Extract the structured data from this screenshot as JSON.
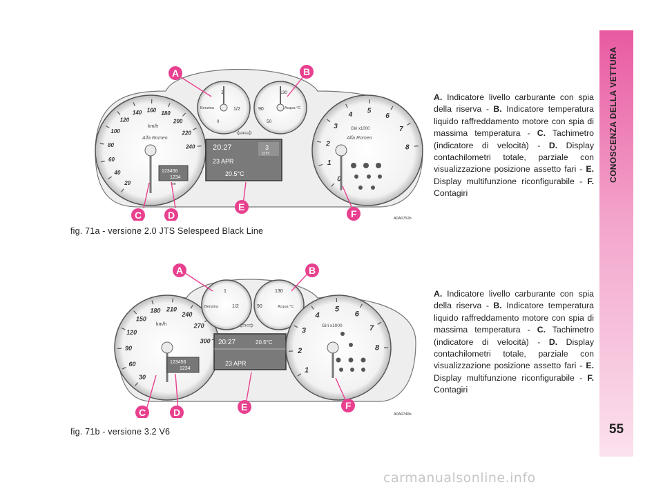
{
  "sidebar": {
    "section_title": "CONOSCENZA DELLA VETTURA",
    "page_number": "55"
  },
  "figure_a": {
    "code": "A0A0752b",
    "caption": "fig. 71a - versione 2.0 JTS Selespeed Black Line",
    "callouts": [
      "A",
      "B",
      "C",
      "D",
      "E",
      "F"
    ],
    "speedo_ticks": [
      "20",
      "40",
      "60",
      "80",
      "100",
      "120",
      "140",
      "160",
      "180",
      "200",
      "220",
      "240"
    ],
    "speedo_unit": "km/h",
    "brand": "Alfa Romeo",
    "fuel_label": "Benzina",
    "fuel_ticks": [
      "1",
      "1/2",
      "0"
    ],
    "temp_label": "Acqua °C",
    "temp_ticks": [
      "130",
      "90",
      "50"
    ],
    "tacho_ticks": [
      "0",
      "1",
      "2",
      "3",
      "4",
      "5",
      "6",
      "7",
      "8"
    ],
    "tacho_unit": "Giri x1000",
    "display": {
      "time": "20:27",
      "gear": "3",
      "mode": "CITY",
      "date": "23 APR",
      "temp": "20.5°C"
    },
    "odo": {
      "total": "123456",
      "trip": "1234",
      "unit": "km"
    }
  },
  "figure_b": {
    "code": "A0A0746b",
    "caption": "fig. 71b - versione 3.2 V6",
    "callouts": [
      "A",
      "B",
      "C",
      "D",
      "E",
      "F"
    ],
    "speedo_ticks": [
      "30",
      "60",
      "90",
      "120",
      "150",
      "180",
      "210",
      "240",
      "270",
      "300"
    ],
    "speedo_unit": "km/h",
    "fuel_label": "Benzina",
    "fuel_ticks": [
      "1",
      "1/2"
    ],
    "temp_label": "Acqua °C",
    "temp_ticks": [
      "130",
      "90"
    ],
    "tacho_ticks": [
      "1",
      "2",
      "3",
      "4",
      "5",
      "6",
      "7",
      "8"
    ],
    "tacho_unit": "Giri x1000",
    "display": {
      "time": "20:27",
      "temp": "20.5°C",
      "date": "23 APR"
    },
    "odo": {
      "total": "123456",
      "trip": "1234"
    }
  },
  "descriptions": {
    "a": [
      {
        "key": "A.",
        "text": " Indicatore livello carburante con spia del­la riserva - "
      },
      {
        "key": "B.",
        "text": " Indicatore temperatura liqui­do raffreddamento motore con spia di mas­sima temperatura - "
      },
      {
        "key": "C.",
        "text": " Tachimetro (indica­tore di velocità) - "
      },
      {
        "key": "D.",
        "text": " Display contachilome­tri totale, parziale con visualizzazione po­sizione assetto fari - "
      },
      {
        "key": "E.",
        "text": " Display multifunzione riconfigurabile - "
      },
      {
        "key": "F.",
        "text": " Contagiri"
      }
    ],
    "b": [
      {
        "key": "A.",
        "text": " Indicatore livello carburante con spia del­la riserva - "
      },
      {
        "key": "B.",
        "text": " Indicatore temperatura liqui­do raffreddamento motore con spia di mas­sima temperatura - "
      },
      {
        "key": "C.",
        "text": " Tachimetro (indica­tore di velocità) - "
      },
      {
        "key": "D.",
        "text": " Display contachilome­tri totale, parziale con visualizzazione po­sizione assetto fari - "
      },
      {
        "key": "E.",
        "text": " Display multifunzione riconfigurabile - "
      },
      {
        "key": "F.",
        "text": " Contagiri"
      }
    ]
  },
  "watermark": "carmanualsonline.info",
  "colors": {
    "accent": "#e8408f",
    "sidebar": "#ec6aa9"
  }
}
